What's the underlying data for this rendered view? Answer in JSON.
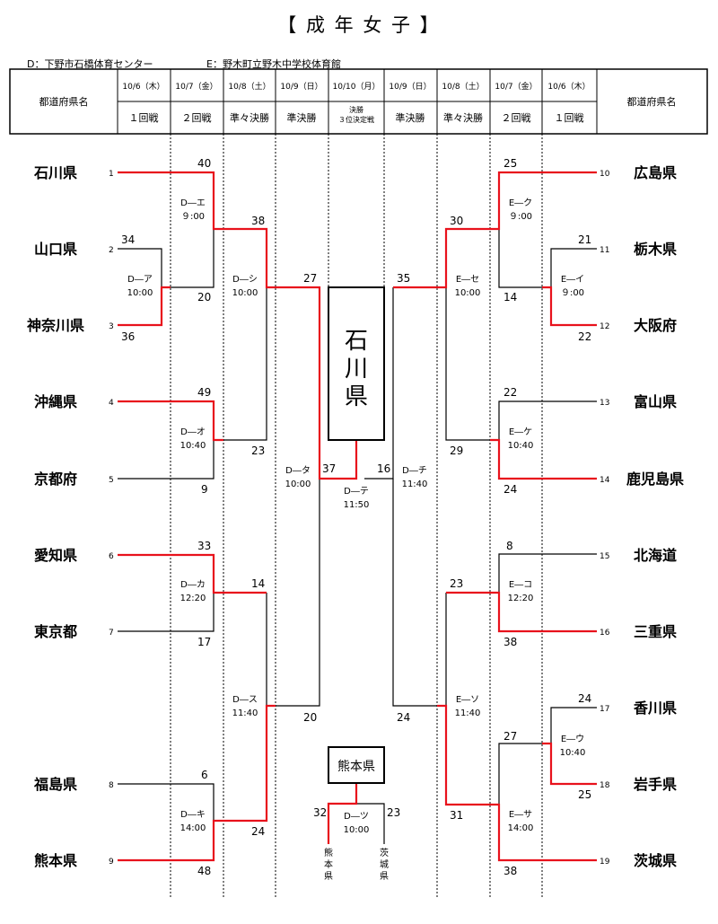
{
  "title": "【 成 年 女 子 】",
  "venues": {
    "D": "D：下野市石橋体育センター",
    "E": "E：野木町立野木中学校体育館"
  },
  "header": {
    "pref_col": "都道府県名",
    "dates": [
      "10/6（木）",
      "10/7（金）",
      "10/8（土）",
      "10/9（日）",
      "10/10（月）",
      "10/9（日）",
      "10/8（土）",
      "10/7（金）",
      "10/6（木）"
    ],
    "rounds": [
      "１回戦",
      "２回戦",
      "準々決勝",
      "準決勝",
      "決勝 ３位決定戦",
      "準決勝",
      "準々決勝",
      "２回戦",
      "１回戦"
    ]
  },
  "left_teams": [
    {
      "seed": "1",
      "name": "石川県"
    },
    {
      "seed": "2",
      "name": "山口県"
    },
    {
      "seed": "3",
      "name": "神奈川県"
    },
    {
      "seed": "4",
      "name": "沖縄県"
    },
    {
      "seed": "5",
      "name": "京都府"
    },
    {
      "seed": "6",
      "name": "愛知県"
    },
    {
      "seed": "7",
      "name": "東京都"
    },
    {
      "seed": "8",
      "name": "福島県"
    },
    {
      "seed": "9",
      "name": "熊本県"
    }
  ],
  "right_teams": [
    {
      "seed": "10",
      "name": "広島県"
    },
    {
      "seed": "11",
      "name": "栃木県"
    },
    {
      "seed": "12",
      "name": "大阪府"
    },
    {
      "seed": "13",
      "name": "富山県"
    },
    {
      "seed": "14",
      "name": "鹿児島県"
    },
    {
      "seed": "15",
      "name": "北海道"
    },
    {
      "seed": "16",
      "name": "三重県"
    },
    {
      "seed": "17",
      "name": "香川県"
    },
    {
      "seed": "18",
      "name": "岩手県"
    },
    {
      "seed": "19",
      "name": "茨城県"
    }
  ],
  "matches": [
    {
      "code": "D―ア",
      "time": "10:00"
    },
    {
      "code": "D―エ",
      "time": "９:00"
    },
    {
      "code": "D―オ",
      "time": "10:40"
    },
    {
      "code": "D―カ",
      "time": "12:20"
    },
    {
      "code": "D―キ",
      "time": "14:00"
    },
    {
      "code": "D―シ",
      "time": "10:00"
    },
    {
      "code": "D―ス",
      "time": "11:40"
    },
    {
      "code": "D―タ",
      "time": "10:00"
    },
    {
      "code": "D―テ",
      "time": "11:50"
    },
    {
      "code": "D―ツ",
      "time": "10:00"
    },
    {
      "code": "D―チ",
      "time": "11:40"
    },
    {
      "code": "E―セ",
      "time": "10:00"
    },
    {
      "code": "E―ソ",
      "time": "11:40"
    },
    {
      "code": "E―ク",
      "time": "９:00"
    },
    {
      "code": "E―イ",
      "time": "９:00"
    },
    {
      "code": "E―ケ",
      "time": "10:40"
    },
    {
      "code": "E―コ",
      "time": "12:20"
    },
    {
      "code": "E―ウ",
      "time": "10:40"
    },
    {
      "code": "E―サ",
      "time": "14:00"
    }
  ],
  "scores": {
    "s40": "40",
    "s20": "20",
    "s34": "34",
    "s36": "36",
    "s49": "49",
    "s9": "9",
    "s23l": "23",
    "s33": "33",
    "s17": "17",
    "s14l": "14",
    "s6": "6",
    "s48": "48",
    "s24l": "24",
    "s38l": "38",
    "s27l": "27",
    "s20l": "20",
    "s37": "37",
    "s16": "16",
    "s35": "35",
    "s24r": "24",
    "s25": "25",
    "s14r": "14",
    "s30": "30",
    "s21": "21",
    "s22r": "22",
    "s22": "22",
    "s24k": "24",
    "s29": "29",
    "s8": "8",
    "s38r": "38",
    "s23r": "23",
    "s24h": "24",
    "s25b": "25",
    "s27r": "27",
    "s38b": "38",
    "s31": "31",
    "s32": "32",
    "s23t": "23"
  },
  "champion": "石川県",
  "third_place": "熊本県",
  "third_vertical": {
    "left": "熊本県",
    "right": "茨城県"
  },
  "colors": {
    "winner": "#e8121c",
    "line": "#000000"
  }
}
